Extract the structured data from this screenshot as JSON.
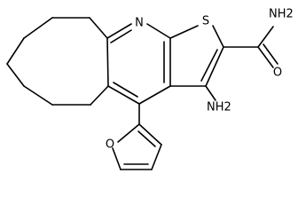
{
  "molecule": {
    "atom_labels": {
      "pyridine_n": "N",
      "thiophene_s": "S",
      "amide_nh2": "NH2",
      "amide_o": "O",
      "amino_nh2": "NH2",
      "furan_o": "O"
    }
  }
}
